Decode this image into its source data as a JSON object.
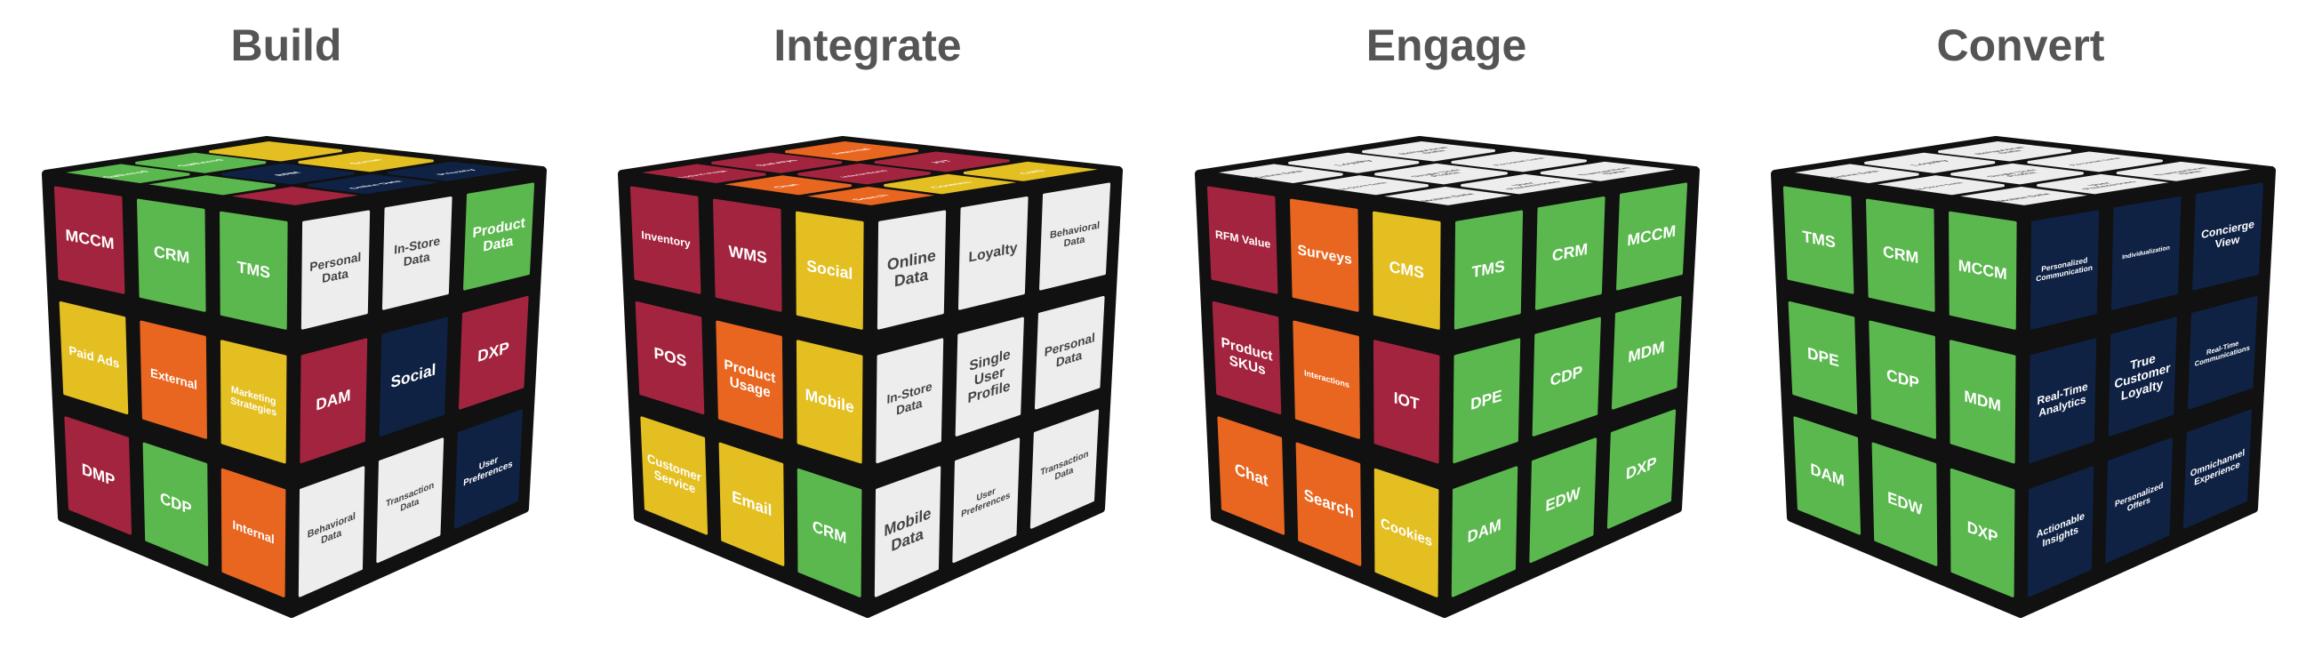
{
  "colors": {
    "red": "#A3243E",
    "green": "#5BB84E",
    "orange": "#E8661F",
    "yellow": "#E4BF22",
    "white": "#EDEDED",
    "navy": "#0F2244",
    "title": "#555555",
    "border": "#111111"
  },
  "cubes": [
    {
      "title": "Build",
      "top": [
        [
          "green",
          "Gathered",
          "green",
          "Gathered",
          "yellow",
          ""
        ],
        [
          "green",
          "",
          "navy",
          "BRM",
          "yellow",
          "Social"
        ],
        [
          "red",
          "",
          "navy",
          "Online Data",
          "navy",
          "Privacy"
        ]
      ],
      "left": [
        [
          "red",
          "MCCM",
          "green",
          "CRM",
          "green",
          "TMS"
        ],
        [
          "yellow",
          "Paid Ads",
          "orange",
          "External",
          "yellow",
          "Marketing Strategies"
        ],
        [
          "red",
          "DMP",
          "green",
          "CDP",
          "orange",
          "Internal"
        ]
      ],
      "right": [
        [
          "white",
          "Personal Data",
          "white",
          "In-Store Data",
          "green",
          "Product Data"
        ],
        [
          "red",
          "DAM",
          "navy",
          "Social",
          "red",
          "DXP"
        ],
        [
          "white",
          "Behavioral Data",
          "white",
          "Transaction Data",
          "navy",
          "User Preferences"
        ]
      ]
    },
    {
      "title": "Integrate",
      "top": [
        [
          "red",
          "Product Usage",
          "red",
          "Surveys",
          "orange",
          "Internal"
        ],
        [
          "orange",
          "Chat",
          "red",
          "Interactions",
          "red",
          "IOT"
        ],
        [
          "orange",
          "Search",
          "yellow",
          "Cookies",
          "yellow",
          "CMS"
        ]
      ],
      "left": [
        [
          "red",
          "Inventory",
          "red",
          "WMS",
          "yellow",
          "Social"
        ],
        [
          "red",
          "POS",
          "orange",
          "Product Usage",
          "yellow",
          "Mobile"
        ],
        [
          "yellow",
          "Customer Service",
          "yellow",
          "Email",
          "green",
          "CRM"
        ]
      ],
      "right": [
        [
          "white",
          "Online Data",
          "white",
          "Loyalty",
          "white",
          "Behavioral Data"
        ],
        [
          "white",
          "In-Store Data",
          "white",
          "Single User Profile",
          "white",
          "Personal Data"
        ],
        [
          "white",
          "Mobile Data",
          "white",
          "User Preferences",
          "white",
          "Transaction Data"
        ]
      ]
    },
    {
      "title": "Engage",
      "top": [
        [
          "white",
          "Online Data",
          "white",
          "Loyalty",
          "white",
          "Behavioral Data"
        ],
        [
          "white",
          "In-Store Data",
          "white",
          "Single User Profile",
          "white",
          "Personal Data"
        ],
        [
          "white",
          "Mobile Data",
          "white",
          "User Preferences",
          "white",
          "Transaction Data"
        ]
      ],
      "left": [
        [
          "red",
          "RFM Value",
          "orange",
          "Surveys",
          "yellow",
          "CMS"
        ],
        [
          "red",
          "Product SKUs",
          "orange",
          "Interactions",
          "red",
          "IOT"
        ],
        [
          "orange",
          "Chat",
          "orange",
          "Search",
          "yellow",
          "Cookies"
        ]
      ],
      "right": [
        [
          "green",
          "TMS",
          "green",
          "CRM",
          "green",
          "MCCM"
        ],
        [
          "green",
          "DPE",
          "green",
          "CDP",
          "green",
          "MDM"
        ],
        [
          "green",
          "DAM",
          "green",
          "EDW",
          "green",
          "DXP"
        ]
      ]
    },
    {
      "title": "Convert",
      "top": [
        [
          "white",
          "Online Data",
          "white",
          "Loyalty",
          "white",
          "Behavioral Data"
        ],
        [
          "white",
          "In-Store Data",
          "white",
          "Single User Profile",
          "white",
          "Personal Data"
        ],
        [
          "white",
          "Mobile Data",
          "white",
          "User Preferences",
          "white",
          "Transaction Data"
        ]
      ],
      "left": [
        [
          "green",
          "TMS",
          "green",
          "CRM",
          "green",
          "MCCM"
        ],
        [
          "green",
          "DPE",
          "green",
          "CDP",
          "green",
          "MDM"
        ],
        [
          "green",
          "DAM",
          "green",
          "EDW",
          "green",
          "DXP"
        ]
      ],
      "right": [
        [
          "navy",
          "Personalized Communication",
          "navy",
          "Individualization",
          "navy",
          "Concierge View"
        ],
        [
          "navy",
          "Real-Time Analytics",
          "navy",
          "True Customer Loyalty",
          "navy",
          "Real-Time Communications"
        ],
        [
          "navy",
          "Actionable Insights",
          "navy",
          "Personalized Offers",
          "navy",
          "Omnichannel Experience"
        ]
      ]
    }
  ]
}
